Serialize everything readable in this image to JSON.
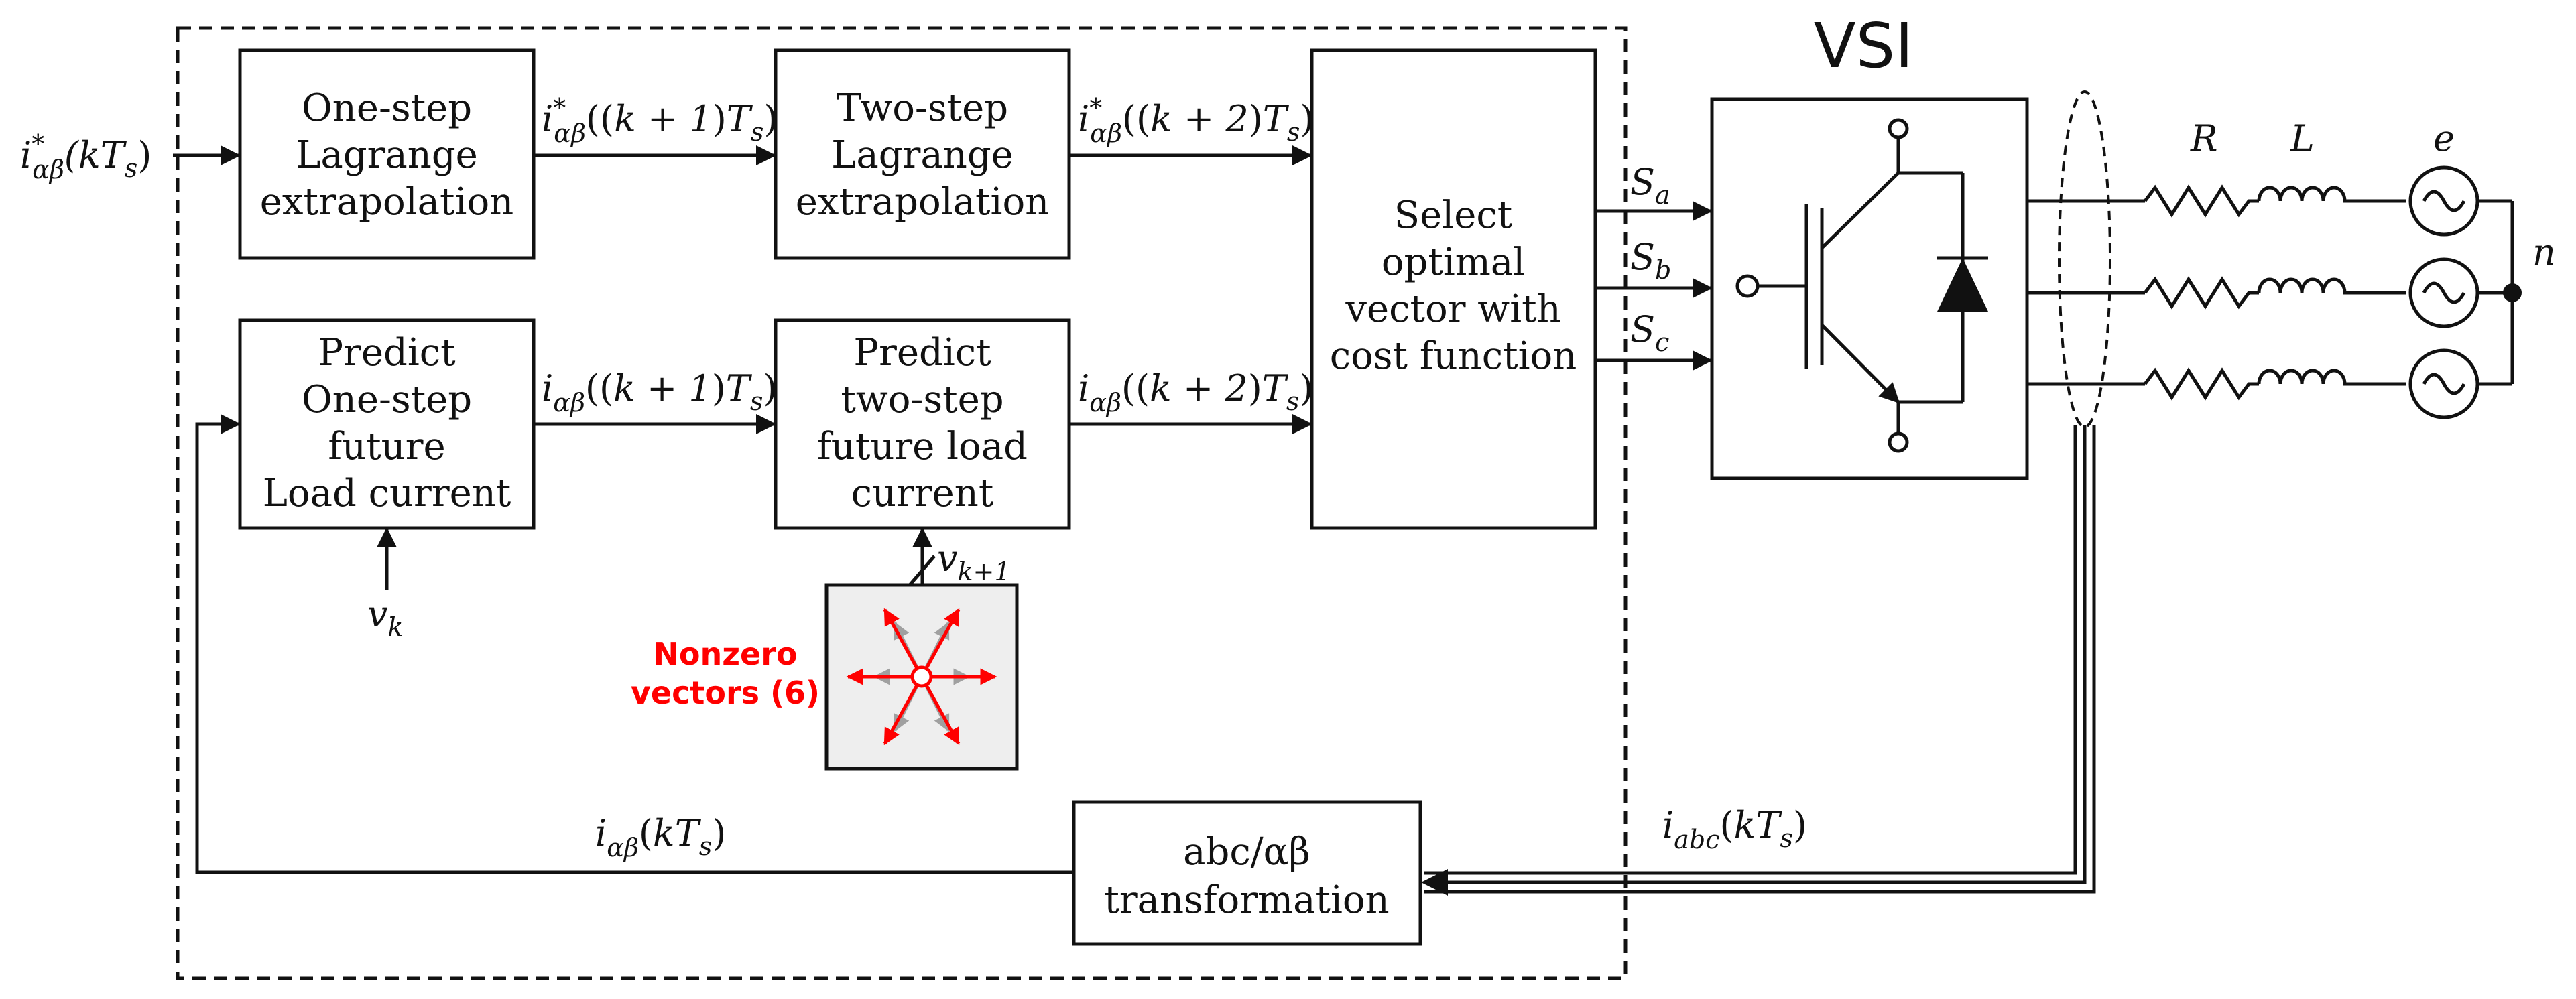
{
  "blocks": {
    "one_step": [
      "One-step",
      "Lagrange",
      "extrapolation"
    ],
    "two_step": [
      "Two-step",
      "Lagrange",
      "extrapolation"
    ],
    "predict_one": [
      "Predict",
      "One-step",
      "future",
      "Load current"
    ],
    "predict_two": [
      "Predict",
      "two-step",
      "future load",
      "current"
    ],
    "select": [
      "Select",
      "optimal",
      "vector with",
      "cost function"
    ],
    "abc": [
      "abc/αβ",
      "transformation"
    ]
  },
  "signals": {
    "input_ref": "i*αβ(kTs)",
    "ref_k1": "i*αβ((k + 1)Ts)",
    "ref_k2": "i*αβ((k + 2)Ts)",
    "i_k1": "iαβ((k + 1)Ts)",
    "i_k2": "iαβ((k + 2)Ts)",
    "vk": "vk",
    "vk1": "vk+1",
    "sa": "Sa",
    "sb": "Sb",
    "sc": "Sc",
    "feedback": "iαβ(kTs)",
    "iabc": "iabc(kTs)"
  },
  "vsi_label": "VSI",
  "load": {
    "r": "R",
    "l": "L",
    "e": "e",
    "n": "n"
  },
  "vectors_label": [
    "Nonzero",
    "vectors (6)"
  ],
  "colors": {
    "accent": "#ff0000",
    "ghost": "#a0a0a0",
    "panel": "#eeeeee"
  }
}
